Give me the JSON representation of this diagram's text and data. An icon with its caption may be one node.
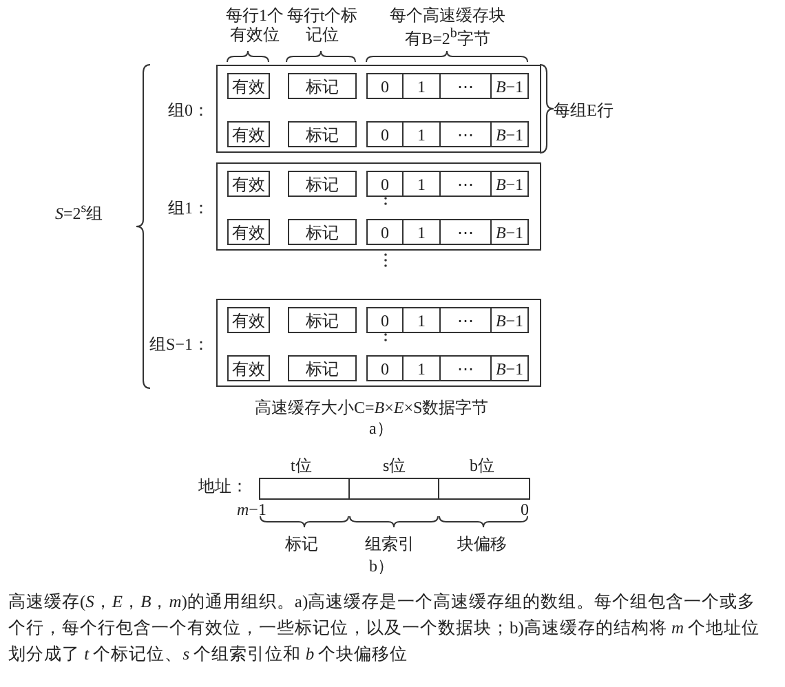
{
  "diagram": {
    "caption": "高速缓存(*S*，*E*，*B*，*m*)的通用组织。a)高速缓存是一个高速缓存组的数组。每个组包含一个或多个行，每个行包含一个有效位，一些标记位，以及一个数据块；b)高速缓存的结构将 *m* 个地址位划分成了 *t* 个标记位、*s* 个组索引位和 *b* 个块偏移位",
    "nodes": [
      {
        "text": [
          "组0："
        ]
      },
      {
        "text": [
          "有效"
        ],
        "in": 0
      },
      {
        "text": [
          "标记"
        ],
        "in": 0
      },
      {
        "text": [
          "0"
        ],
        "in": 0
      },
      {
        "text": [
          "1"
        ],
        "in": 0
      },
      {
        "text": [
          "⋯"
        ],
        "in": 0
      },
      {
        "text": [
          "*B*−1"
        ],
        "in": 0
      },
      {
        "text": [
          "有效"
        ],
        "in": 0
      },
      {
        "text": [
          "标记"
        ],
        "in": 0
      },
      {
        "text": [
          "0"
        ],
        "in": 0
      },
      {
        "text": [
          "1"
        ],
        "in": 0
      },
      {
        "text": [
          "⋯"
        ],
        "in": 0
      },
      {
        "text": [
          "*B*−1"
        ],
        "in": 0
      },
      {
        "text": [
          "组1："
        ]
      },
      {
        "text": [
          "有效"
        ],
        "in": 13
      },
      {
        "text": [
          "标记"
        ],
        "in": 13
      },
      {
        "text": [
          "0"
        ],
        "in": 13
      },
      {
        "text": [
          "1"
        ],
        "in": 13
      },
      {
        "text": [
          "⋯"
        ],
        "in": 13
      },
      {
        "text": [
          "*B*−1"
        ],
        "in": 13
      },
      {
        "text": [
          "有效"
        ],
        "in": 13
      },
      {
        "text": [
          "标记"
        ],
        "in": 13
      },
      {
        "text": [
          "0"
        ],
        "in": 13
      },
      {
        "text": [
          "1"
        ],
        "in": 13
      },
      {
        "text": [
          "⋯"
        ],
        "in": 13
      },
      {
        "text": [
          "*B*−1"
        ],
        "in": 13
      },
      {
        "text": [
          "组S−1："
        ]
      },
      {
        "text": [
          "有效"
        ],
        "in": 26
      },
      {
        "text": [
          "标记"
        ],
        "in": 26
      },
      {
        "text": [
          "0"
        ],
        "in": 26
      },
      {
        "text": [
          "1"
        ],
        "in": 26
      },
      {
        "text": [
          "⋯"
        ],
        "in": 26
      },
      {
        "text": [
          "*B*−1"
        ],
        "in": 26
      },
      {
        "text": [
          "有效"
        ],
        "in": 26
      },
      {
        "text": [
          "标记"
        ],
        "in": 26
      },
      {
        "text": [
          "0"
        ],
        "in": 26
      },
      {
        "text": [
          "1"
        ],
        "in": 26
      },
      {
        "text": [
          "⋯"
        ],
        "in": 26
      },
      {
        "text": [
          "*B*−1"
        ],
        "in": 26
      },
      {
        "text": [
          "地址："
        ]
      },
      {
        "text": [
          "t位"
        ],
        "in": 39
      },
      {
        "text": [
          "s位"
        ],
        "in": 39
      },
      {
        "text": [
          "b位"
        ],
        "in": 39
      }
    ],
    "labels": [
      "每行1个有效位",
      "每行t个标记位",
      "每个高速缓存块有B=2$^{b}$字节",
      "每组E行",
      "*S*=2$^{s}$组",
      "高速缓存大小C=*B*×*E*×S数据字节",
      "a）",
      "*m*−1",
      "0",
      "标记",
      "组索引",
      "块偏移",
      "b）"
    ]
  }
}
